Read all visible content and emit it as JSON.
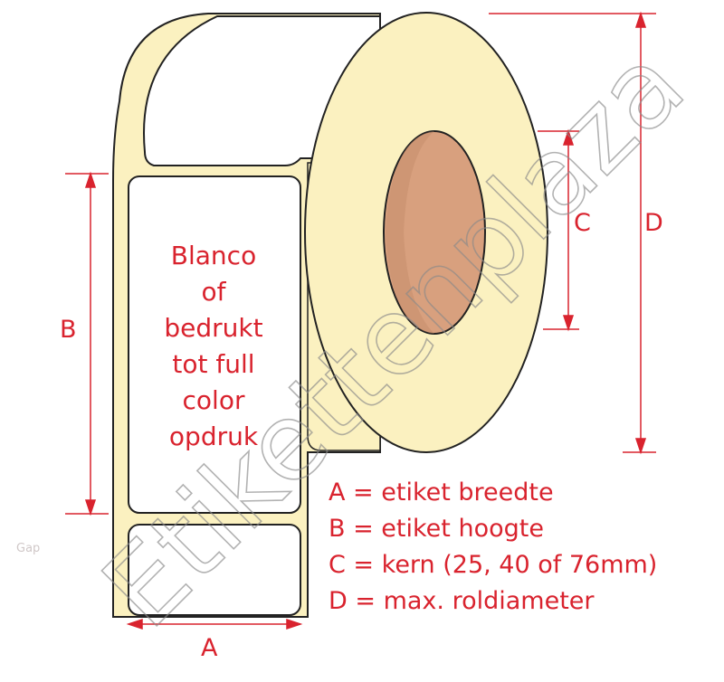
{
  "label_text": [
    "Blanco",
    "of",
    "bedrukt",
    "tot full",
    "color",
    "opdruk"
  ],
  "dimensions": {
    "a": "A",
    "b": "B",
    "c": "C",
    "d": "D"
  },
  "legend": [
    "A = etiket breedte",
    "B = etiket hoogte",
    "C = kern (25, 40 of 76mm)",
    "D = max. roldiameter"
  ],
  "watermark": "Etikettenplaza",
  "gap_label": "Gap",
  "colors": {
    "annotation_red": "#d9232e",
    "liner_cream": "#fbf1c0",
    "core_brown": "#d8a07e",
    "outline": "#222222"
  }
}
